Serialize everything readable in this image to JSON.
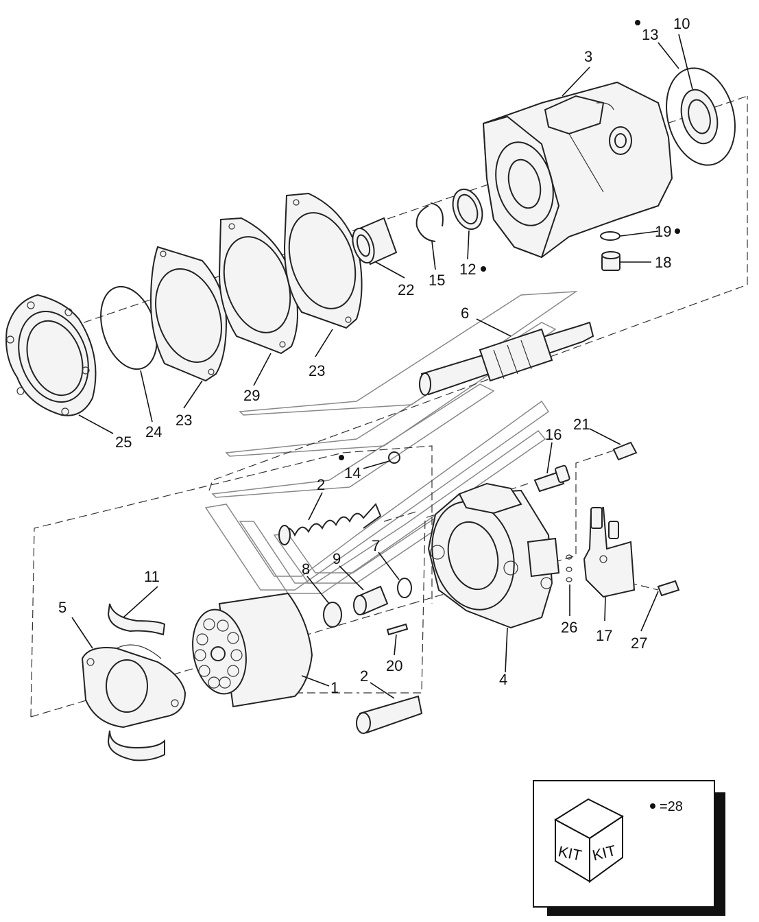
{
  "callouts": {
    "c1": "1",
    "c2a": "2",
    "c2b": "2",
    "c3": "3",
    "c4": "4",
    "c5": "5",
    "c6": "6",
    "c7": "7",
    "c8": "8",
    "c9": "9",
    "c10": "10",
    "c11": "11",
    "c12": "12",
    "c13": "13",
    "c14": "14",
    "c15": "15",
    "c16": "16",
    "c17": "17",
    "c18": "18",
    "c19": "19",
    "c20": "20",
    "c21": "21",
    "c22": "22",
    "c23a": "23",
    "c23b": "23",
    "c24": "24",
    "c25": "25",
    "c26": "26",
    "c27": "27",
    "c29": "29"
  },
  "kit": {
    "face_left": "KIT",
    "face_right": "KIT",
    "legend_text": "=28"
  }
}
